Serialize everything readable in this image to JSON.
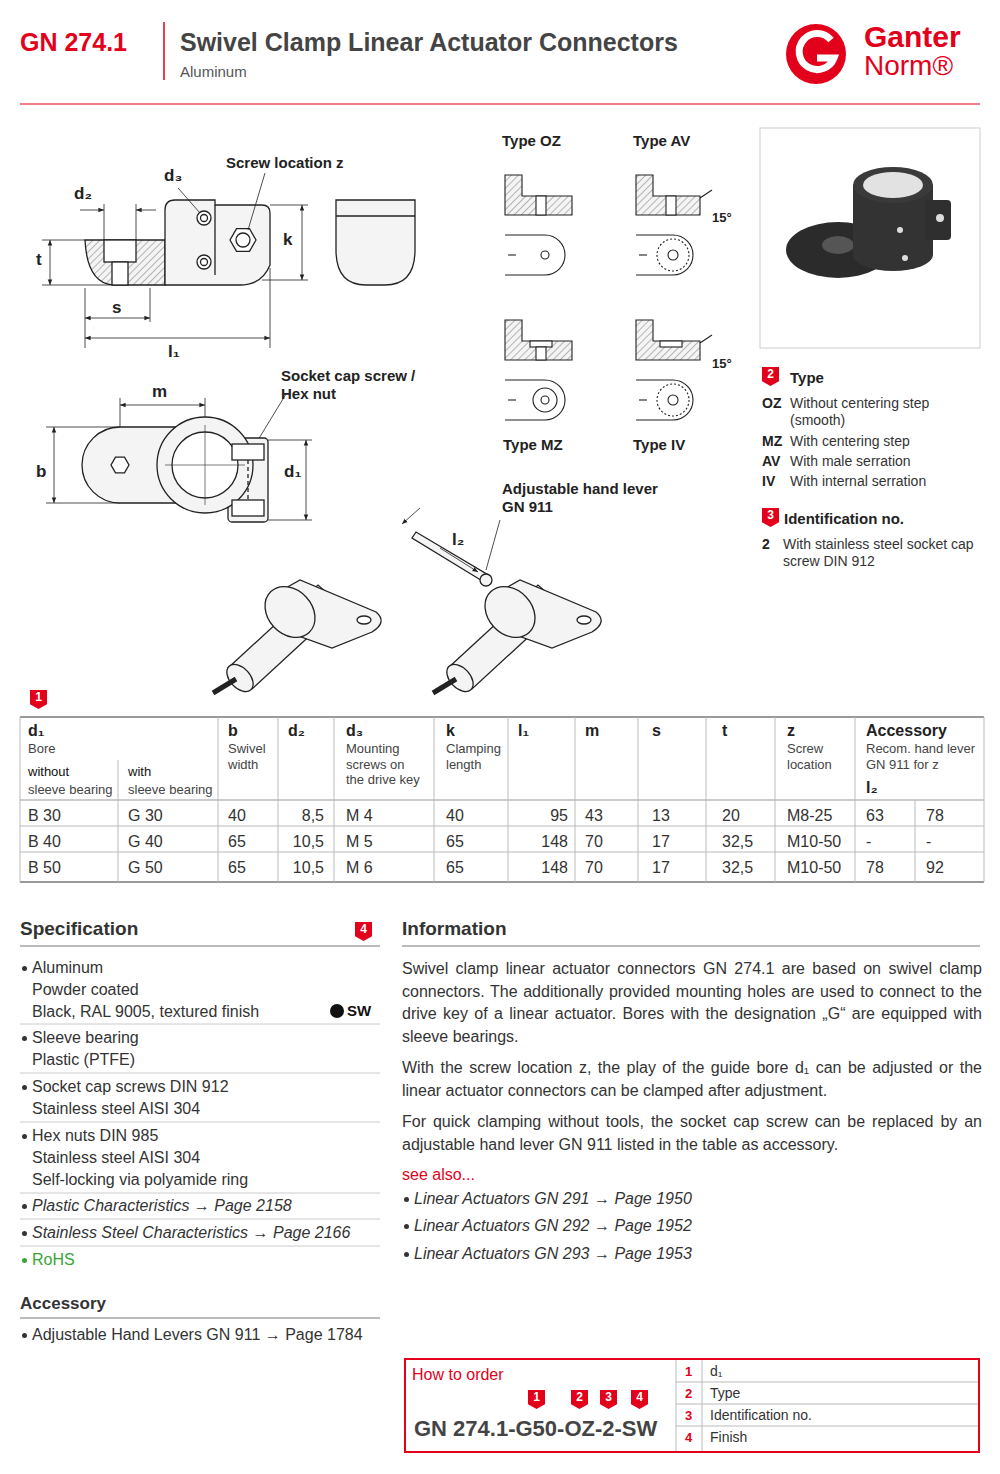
{
  "diagram": {
    "title": "Swivel Clamp Linear Actuator Connectors",
    "nodes": [
      {
        "text": [
          "How to order",
          "1",
          "2",
          "3",
          "4",
          "GN 274.1-G50-OZ-2-SW",
          "1",
          "d₁",
          "2",
          "Type",
          "3",
          "Identification no.",
          "4",
          "Finish"
        ]
      }
    ],
    "labels": [
      "GN 274.1",
      "Aluminum",
      "Ganter",
      "Norm®",
      "Screw location z",
      "d₃",
      "d₂",
      "t",
      "k",
      "s",
      "l₁",
      "Socket cap screw / Hex nut",
      "m",
      "b",
      "d₁",
      "Type OZ",
      "Type AV",
      "15°",
      "15°",
      "Type MZ",
      "Type IV",
      "Adjustable hand lever GN 911",
      "l₂",
      "2",
      "Type",
      "OZ",
      "Without centering step (smooth)",
      "MZ",
      "With centering step",
      "AV",
      "With male serration",
      "IV",
      "With internal serration",
      "3",
      "Identification no.",
      "2",
      "With stainless steel socket cap screw DIN 912",
      "1",
      "d₁",
      "Bore",
      "without",
      "sleeve bearing",
      "with",
      "sleeve bearing",
      "b",
      "Swivel width",
      "d₂",
      "d₃",
      "Mounting screws on the drive key",
      "k",
      "Clamping length",
      "l₁",
      "m",
      "s",
      "t",
      "z",
      "Screw location",
      "Accessory",
      "Recom. hand lever GN 911 for z",
      "l₂",
      "B 30",
      "G 30",
      "40",
      "8,5",
      "M 4",
      "40",
      "95",
      "43",
      "13",
      "20",
      "M8-25",
      "63",
      "78",
      "B 40",
      "G 40",
      "65",
      "10,5",
      "M 5",
      "65",
      "148",
      "70",
      "17",
      "32,5",
      "M10-50",
      "-",
      "-",
      "B 50",
      "G 50",
      "65",
      "10,5",
      "M 6",
      "65",
      "148",
      "70",
      "17",
      "32,5",
      "M10-50",
      "78",
      "92",
      "Specification",
      "4",
      "Aluminum",
      "Powder coated",
      "Black, RAL 9005, textured finish",
      "SW",
      "Sleeve bearing",
      "Plastic (PTFE)",
      "Socket cap screws DIN 912",
      "Stainless steel AISI 304",
      "Hex nuts DIN 985",
      "Stainless steel AISI 304",
      "Self-locking via polyamide ring",
      "Plastic Characteristics → Page 2158",
      "Stainless Steel Characteristics → Page 2166",
      "RoHS",
      "Accessory",
      "Adjustable Hand Levers GN 911 → Page 1784",
      "Information",
      "Swivel clamp linear actuator connectors GN 274.1 are based on swivel clamp connectors. The additionally provided mounting holes are used to connect to the drive key of a linear actuator. Bores with the designation „G“ are equipped with sleeve bearings.",
      "With the screw location z, the play of the guide bore d₁ can be adjusted or the linear actuator connectors can be clamped after adjustment.",
      "For quick clamping without tools, the socket cap screw can be replaced by an adjustable hand lever GN 911 listed in the table as accessory.",
      "see also...",
      "Linear Actuators GN 291 → Page 1950",
      "Linear Actuators GN 292 → Page 1952",
      "Linear Actuators GN 293 → Page 1953"
    ]
  }
}
